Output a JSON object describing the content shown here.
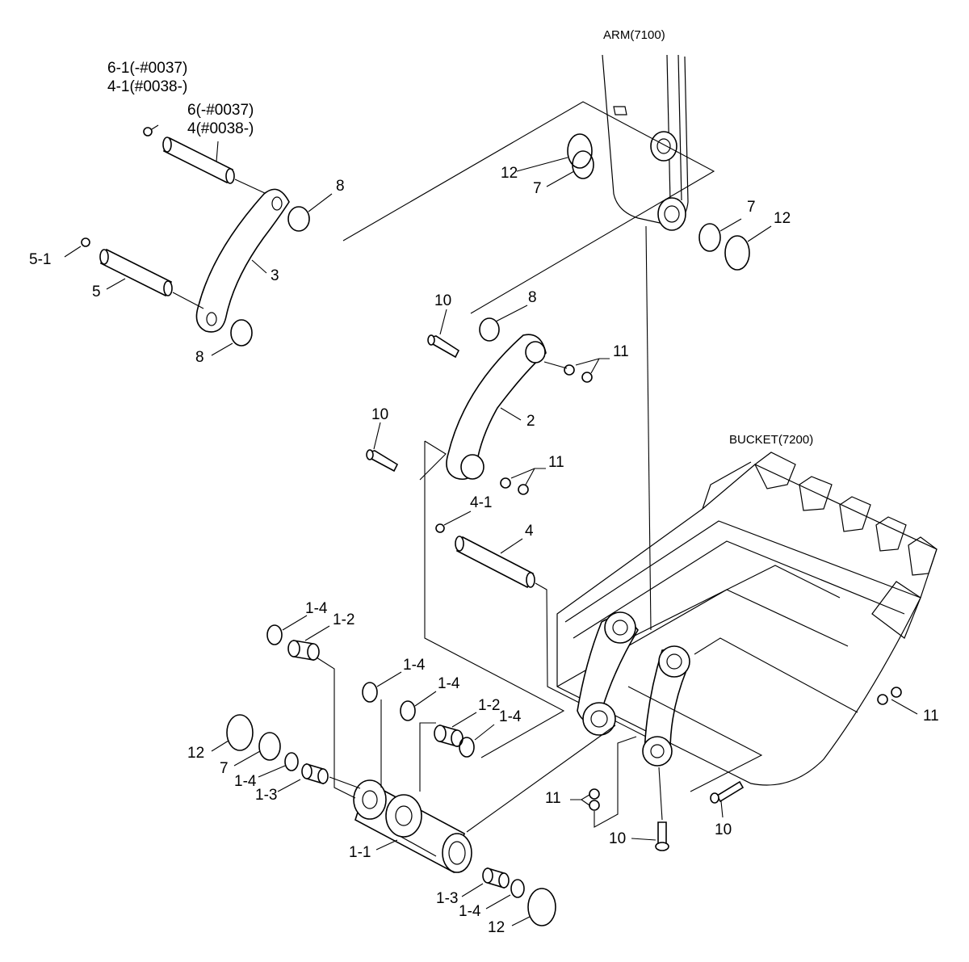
{
  "headers": {
    "arm": "ARM(7100)",
    "bucket": "BUCKET(7200)"
  },
  "pin_annotations": {
    "grease_top_a": "6-1(-#0037)",
    "grease_top_b": "4-1(#0038-)",
    "pin_top_a": "6(-#0037)",
    "pin_top_b": "4(#0038-)"
  },
  "callouts": {
    "c12a": "12",
    "c7a": "7",
    "c7b": "7",
    "c12b": "12",
    "c8a": "8",
    "c3": "3",
    "c51": "5-1",
    "c5": "5",
    "c8b": "8",
    "c10a": "10",
    "c8c": "8",
    "c11a": "11",
    "c2": "2",
    "c10b": "10",
    "c11b": "11",
    "c41": "4-1",
    "c4": "4",
    "c14a": "1-4",
    "c12c": "1-2",
    "c14b": "1-4",
    "c14c": "1-4",
    "c12d": "1-2",
    "c14d": "1-4",
    "c12e": "12",
    "c7c": "7",
    "c14e": "1-4",
    "c13a": "1-3",
    "c11": "1-1",
    "c13b": "1-3",
    "c14f": "1-4",
    "c12f": "12",
    "c11c": "11",
    "c11d": "11",
    "c10c": "10",
    "c10d": "10"
  }
}
